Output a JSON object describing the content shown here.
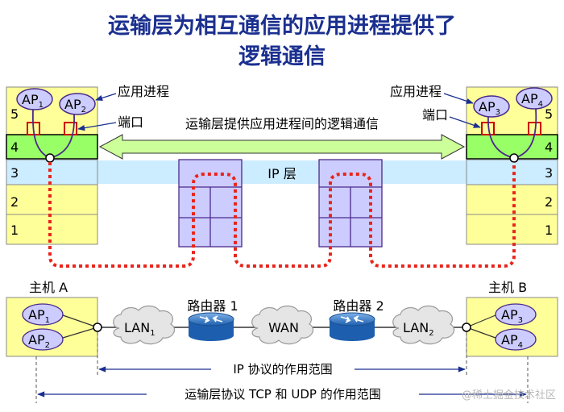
{
  "title": {
    "line1": "运输层为相互通信的应用进程提供了",
    "line2": "逻辑通信"
  },
  "stack": {
    "layers": [
      "5",
      "4",
      "3",
      "2",
      "1"
    ],
    "app_process_label": "应用进程",
    "port_label": "端口",
    "logical_comm_label": "运输层提供应用进程间的逻辑通信",
    "ip_layer_label": "IP 层"
  },
  "left_aps": [
    {
      "base": "AP",
      "sub": "1"
    },
    {
      "base": "AP",
      "sub": "2"
    }
  ],
  "right_aps": [
    {
      "base": "AP",
      "sub": "3"
    },
    {
      "base": "AP",
      "sub": "4"
    }
  ],
  "network": {
    "host_a": "主机 A",
    "host_b": "主机 B",
    "host_a_aps": [
      {
        "base": "AP",
        "sub": "1"
      },
      {
        "base": "AP",
        "sub": "2"
      }
    ],
    "host_b_aps": [
      {
        "base": "AP",
        "sub": "3"
      },
      {
        "base": "AP",
        "sub": "4"
      }
    ],
    "lan1": {
      "base": "LAN",
      "sub": "1"
    },
    "lan2": {
      "base": "LAN",
      "sub": "2"
    },
    "wan": "WAN",
    "router1": "路由器 1",
    "router2": "路由器 2"
  },
  "scope": {
    "ip_protocol": "IP 协议的作用范围",
    "transport_protocol": "运输层协议 TCP 和 UDP 的作用范围"
  },
  "watermark": "@稀土掘金技术社区",
  "colors": {
    "title": "#1a2f8f",
    "layer_yellow": "#ffff99",
    "layer4_green": "#99ff66",
    "ip_band": "#ccecff",
    "router_box": "#ccccff",
    "path_red": "#e8251c",
    "port_red": "#cc0000",
    "link_purple": "#4b2a8a",
    "arrow_green": "#ccff99"
  }
}
